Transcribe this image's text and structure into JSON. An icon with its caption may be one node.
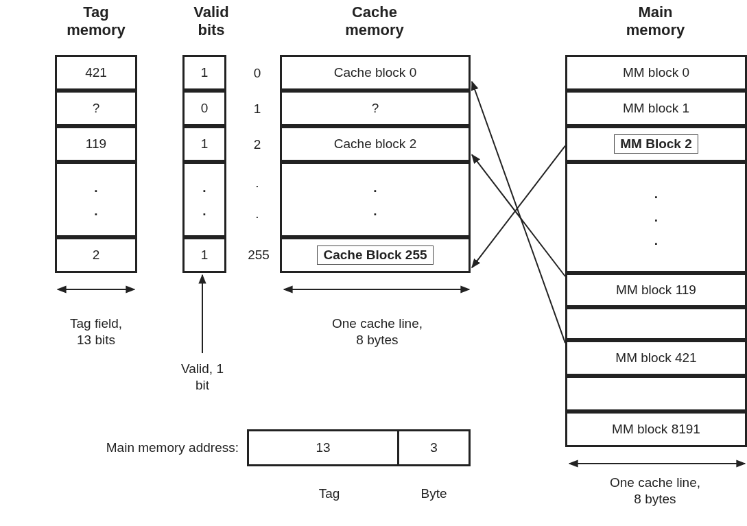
{
  "diagram": {
    "nodes": [
      {
        "text": [
          "Tag memory"
        ]
      },
      {
        "text": [
          "421"
        ],
        "in": 0
      },
      {
        "text": [
          "?"
        ],
        "in": 0
      },
      {
        "text": [
          "119"
        ],
        "in": 0
      },
      {
        "text": [
          ". ."
        ],
        "in": 0
      },
      {
        "text": [
          "2"
        ],
        "in": 0
      },
      {
        "text": [
          "Valid bits"
        ]
      },
      {
        "text": [
          "1"
        ],
        "in": 6
      },
      {
        "text": [
          "0"
        ],
        "in": 6
      },
      {
        "text": [
          "1"
        ],
        "in": 6
      },
      {
        "text": [
          ". ."
        ],
        "in": 6
      },
      {
        "text": [
          "1"
        ],
        "in": 6
      },
      {
        "text": [
          "Cache memory"
        ]
      },
      {
        "text": [
          "Cache block 0"
        ],
        "in": 12
      },
      {
        "text": [
          "?"
        ],
        "in": 12
      },
      {
        "text": [
          "Cache block 2"
        ],
        "in": 12
      },
      {
        "text": [
          ". ."
        ],
        "in": 12
      },
      {
        "text": [
          "Cache Block 255"
        ],
        "in": 12
      },
      {
        "text": [
          "Main memory"
        ]
      },
      {
        "text": [
          "MM block 0"
        ],
        "in": 18
      },
      {
        "text": [
          "MM block 1"
        ],
        "in": 18
      },
      {
        "text": [
          "MM Block 2"
        ],
        "in": 18
      },
      {
        "text": [
          ". . ."
        ],
        "in": 18
      },
      {
        "text": [
          "MM block 119"
        ],
        "in": 18
      },
      {
        "text": [],
        "shape": "box",
        "in": 18
      },
      {
        "text": [
          "MM block 421"
        ],
        "in": 18
      },
      {
        "text": [],
        "shape": "box",
        "in": 18
      },
      {
        "text": [
          "MM block 8191"
        ],
        "in": 18
      },
      {
        "text": [
          "Valid, 1 bit"
        ]
      },
      {
        "text": [
          "13"
        ],
        "beside": [
          "Main memory address:"
        ]
      },
      {
        "text": [
          "3"
        ]
      }
    ],
    "edges": [
      {
        "from": 25,
        "to": 13,
        "arrow": "to"
      },
      {
        "from": 23,
        "to": 15,
        "arrow": "to"
      },
      {
        "from": 21,
        "to": 17,
        "arrow": "to"
      },
      {
        "from": 28,
        "to": 6,
        "arrow": "to"
      }
    ],
    "labels": [
      "0",
      "1",
      "2",
      ".",
      ".",
      "255",
      "Tag field, 13 bits",
      "One cache line, 8 bytes",
      "Tag",
      "Byte",
      "One cache line, 8 bytes"
    ]
  }
}
